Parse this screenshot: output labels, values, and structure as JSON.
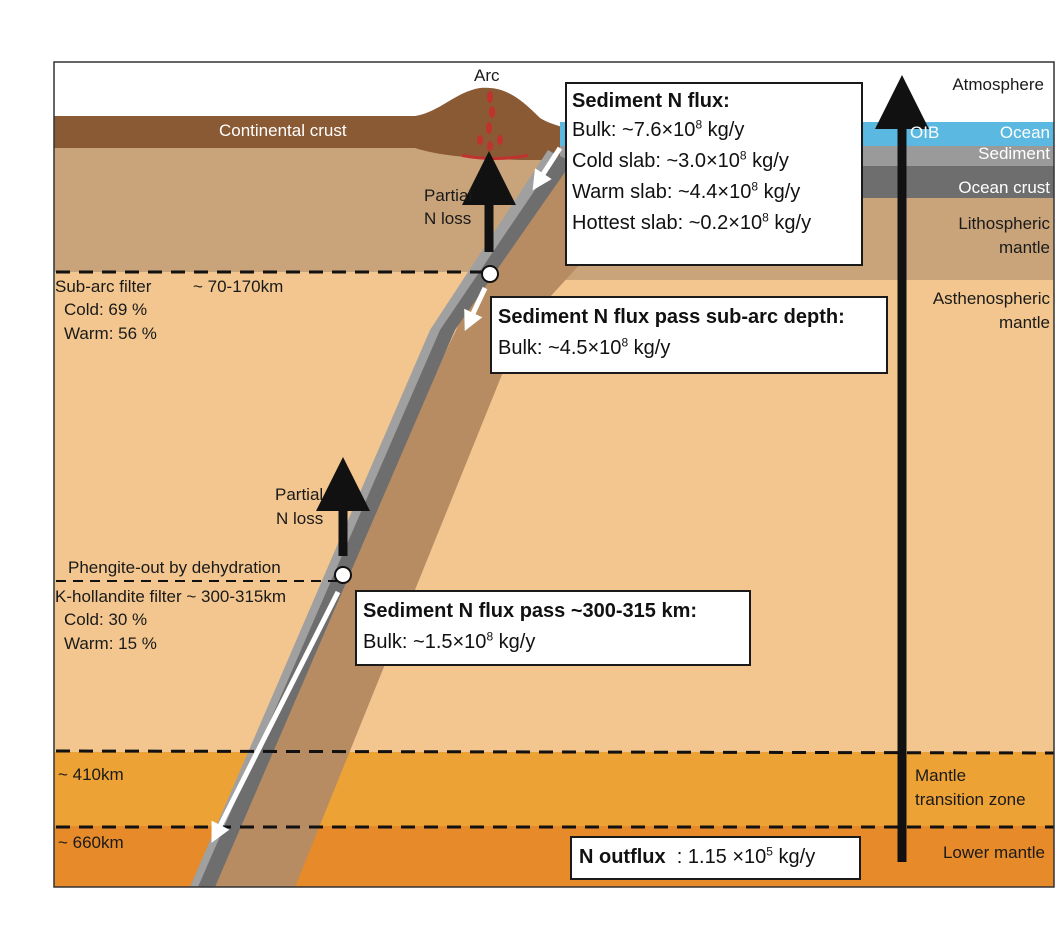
{
  "layers": {
    "atmosphere": "Atmosphere",
    "ocean": "Ocean",
    "sediment": "Sediment",
    "ocean_crust": "Ocean crust",
    "lithospheric_mantle_1": "Lithospheric",
    "lithospheric_mantle_2": "mantle",
    "asthenospheric_mantle_1": "Asthenospheric",
    "asthenospheric_mantle_2": "mantle",
    "transition_zone_1": "Mantle",
    "transition_zone_2": "transition zone",
    "lower_mantle": "Lower mantle",
    "continental_crust": "Continental crust",
    "arc": "Arc",
    "oib": "OIB"
  },
  "annotations": {
    "partial_loss_1a": "Partial",
    "partial_loss_1b": "N loss",
    "partial_loss_2a": "Partial",
    "partial_loss_2b": "N loss",
    "subarc_filter": "Sub-arc filter",
    "subarc_depth": "~ 70-170km",
    "subarc_cold": "Cold: 69 %",
    "subarc_warm": "Warm: 56 %",
    "phengite_out": "Phengite-out by dehydration",
    "khollandite_filter": "K-hollandite filter ~ 300-315km",
    "khollandite_cold": "Cold: 30 %",
    "khollandite_warm": "Warm: 15 %",
    "depth_410": "~ 410km",
    "depth_660": "~ 660km"
  },
  "flux_box_1": {
    "title": "Sediment N flux:",
    "bulk_prefix": "Bulk: ~7.6×10",
    "bulk_exp": "8",
    "bulk_unit": " kg/y",
    "cold_prefix": "Cold slab: ~3.0×10",
    "cold_exp": "8",
    "cold_unit": " kg/y",
    "warm_prefix": "Warm slab: ~4.4×10",
    "warm_exp": "8",
    "warm_unit": " kg/y",
    "hot_prefix": "Hottest slab: ~0.2×10",
    "hot_exp": "8",
    "hot_unit": " kg/y"
  },
  "flux_box_2": {
    "title": "Sediment N flux pass sub-arc depth:",
    "bulk_prefix": "Bulk: ~4.5×10",
    "bulk_exp": "8",
    "bulk_unit": " kg/y"
  },
  "flux_box_3": {
    "title": "Sediment N flux pass ~300-315 km:",
    "bulk_prefix": "Bulk: ~1.5×10",
    "bulk_exp": "8",
    "bulk_unit": " kg/y"
  },
  "outflux_box": {
    "label": "N outflux",
    "value_prefix": "  : 1.15 ×10",
    "value_exp": "5",
    "value_unit": " kg/y"
  },
  "colors": {
    "continental_crust": "#8a5a35",
    "lithospheric_mantle": "#c9a47a",
    "upper_mantle": "#f2c68e",
    "transition_zone": "#eda236",
    "lower_mantle": "#e78a2a",
    "slab_dark": "#6e6e6e",
    "slab_light": "#a0a0a0",
    "slab_base": "#b88c62",
    "ocean": "#5bb8e0",
    "ocean_crust": "#6e6e6e",
    "melt": "#c0322e"
  }
}
